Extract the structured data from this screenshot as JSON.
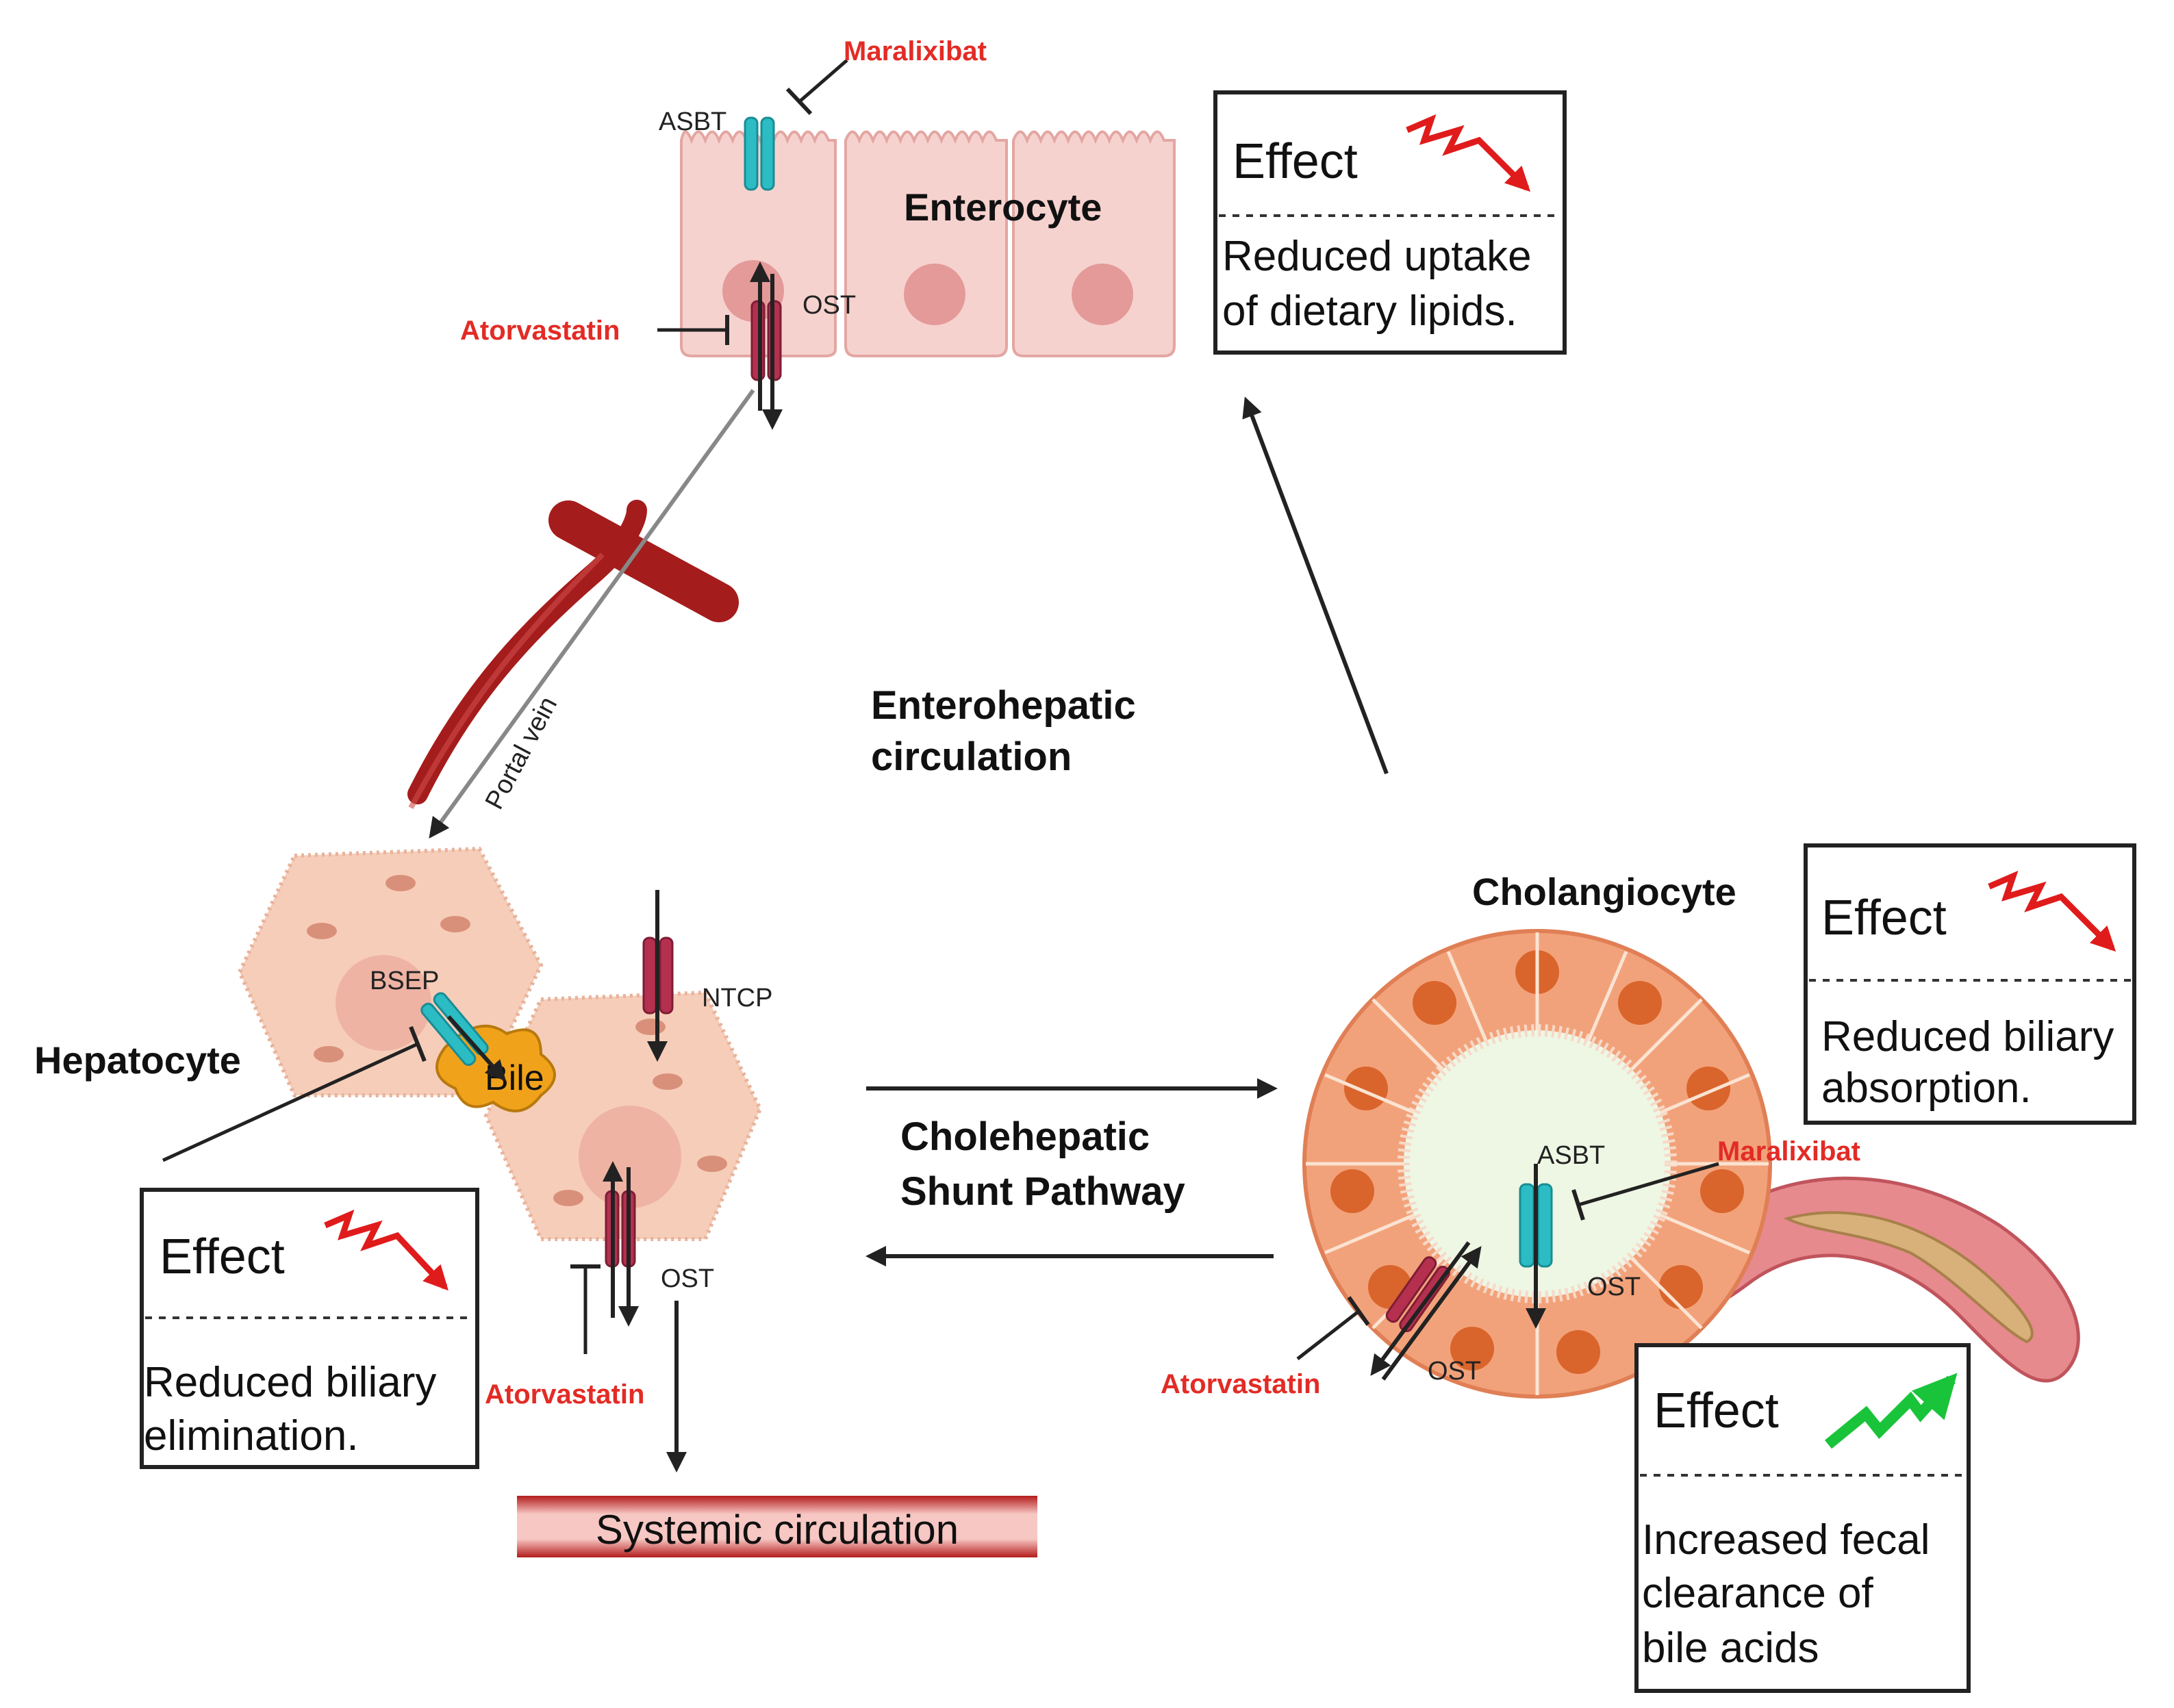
{
  "enterocyte": {
    "title": "Enterocyte",
    "asbt": "ASBT",
    "ost": "OST",
    "drug_top": "Maralixibat",
    "drug_left": "Atorvastatin"
  },
  "portal_vein": "Portal vein",
  "center": {
    "enterohepatic_1": "Enterohepatic",
    "enterohepatic_2": "circulation",
    "shunt_1": "Cholehepatic",
    "shunt_2": "Shunt Pathway"
  },
  "hepatocyte": {
    "title": "Hepatocyte",
    "bsep": "BSEP",
    "bile": "Bile",
    "ntcp": "NTCP",
    "ost": "OST",
    "drug": "Atorvastatin"
  },
  "systemic": "Systemic circulation",
  "cholangiocyte": {
    "title": "Cholangiocyte",
    "asbt": "ASBT",
    "ost_inner": "OST",
    "ost_outer": "OST",
    "drug_asbt": "Maralixibat",
    "drug_ost": "Atorvastatin"
  },
  "effects": {
    "enterocyte": {
      "title": "Effect",
      "line1": "Reduced uptake",
      "line2": "of dietary lipids.",
      "trend": "down"
    },
    "hepatocyte": {
      "title": "Effect",
      "line1": "Reduced biliary",
      "line2": "elimination.",
      "trend": "down"
    },
    "cholangiocyte": {
      "title": "Effect",
      "line1": "Reduced biliary",
      "line2": "absorption.",
      "trend": "down"
    },
    "fecal": {
      "title": "Effect",
      "line1": "Increased fecal",
      "line2": "clearance of",
      "line3": "bile acids",
      "trend": "up"
    }
  },
  "colors": {
    "drug": "#e32b25",
    "trend_down": "#e01b1b",
    "trend_up": "#19c43a",
    "transporter_teal": "#2bbcc4",
    "transporter_red": "#b5304f",
    "cell_pink": "#f6d2cf",
    "hepatocyte": "#f6cdb9",
    "cholangiocyte": "#f2a27a",
    "vein": "#a51c1c"
  }
}
